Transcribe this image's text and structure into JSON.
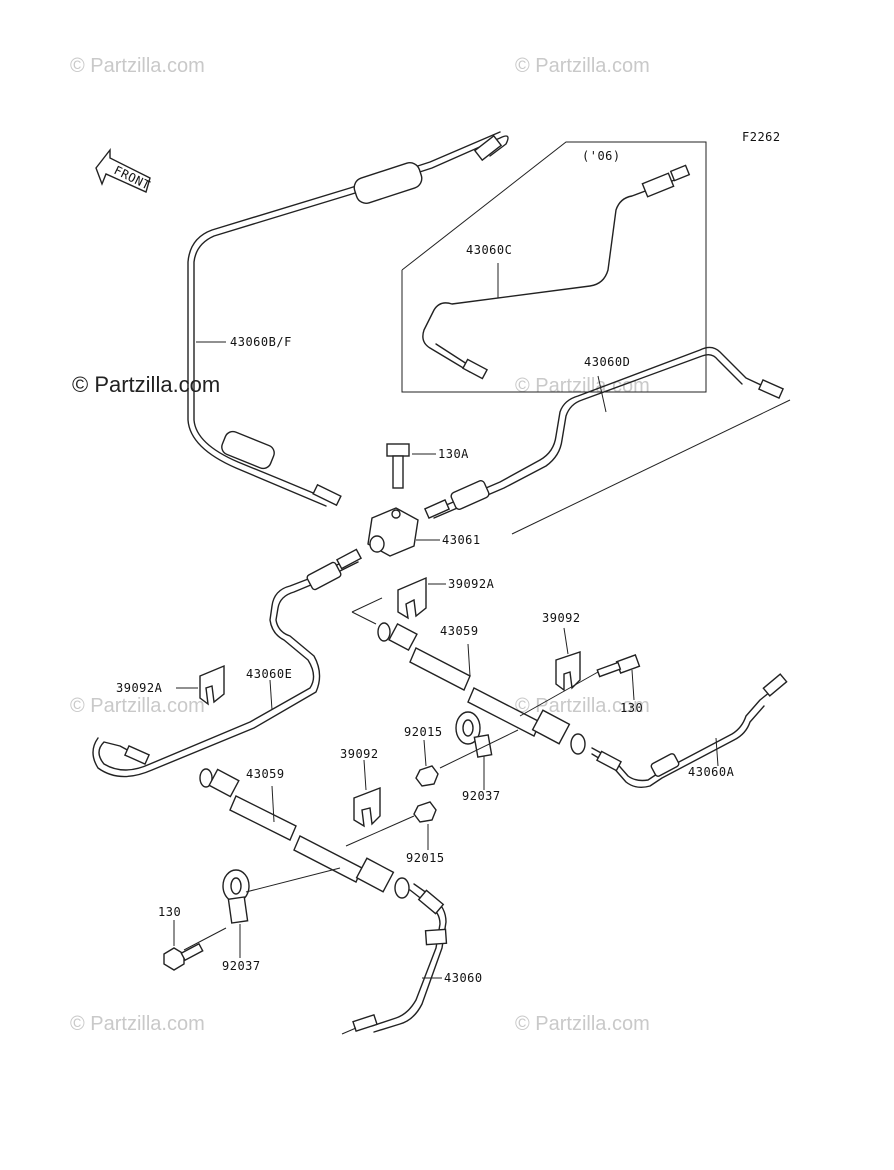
{
  "diagram_code": "F2262",
  "front_label": "FRONT",
  "variant_label": "('06)",
  "watermark": "© Partzilla.com",
  "parts": {
    "p43060BF": "43060B/F",
    "p43060C": "43060C",
    "p43060D": "43060D",
    "p130A": "130A",
    "p43061": "43061",
    "p39092A_1": "39092A",
    "p39092_1": "39092",
    "p43059_1": "43059",
    "p39092A_2": "39092A",
    "p43060E": "43060E",
    "p130_1": "130",
    "p92015_1": "92015",
    "p92037_1": "92037",
    "p43060A": "43060A",
    "p39092_2": "39092",
    "p43059_2": "43059",
    "p92015_2": "92015",
    "p130_2": "130",
    "p92037_2": "92037",
    "p43060": "43060"
  }
}
